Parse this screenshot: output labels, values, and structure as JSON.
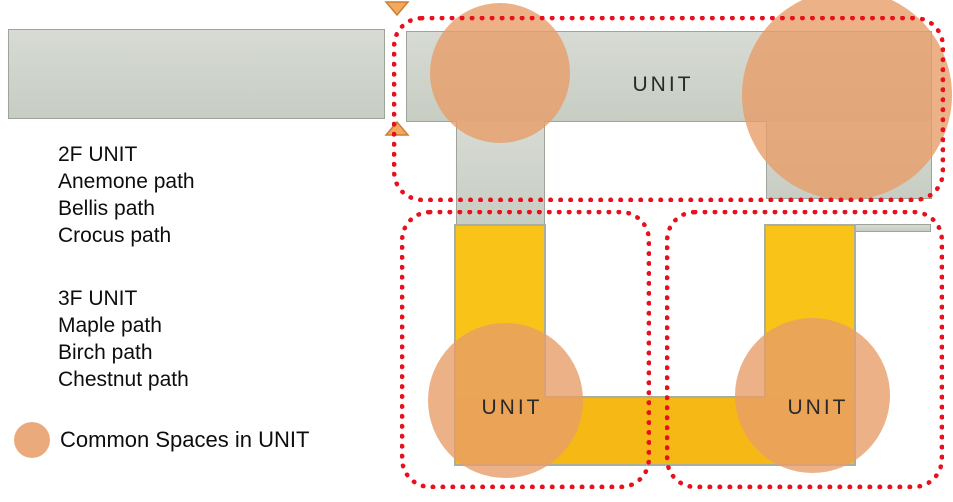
{
  "palette": {
    "gray_fill": "#ccd1c8",
    "gray_border": "#9da49a",
    "yellow_fill": "#f9c318",
    "yellow_shade": "#ee9c12",
    "outline_red": "#e8101c",
    "common_space_orange": "#e79e68",
    "arrow_orange": "#f3a85d",
    "text_color": "#111111"
  },
  "floor2": {
    "title": "2F UNIT",
    "paths": [
      "Anemone path",
      "Bellis path",
      "Crocus path"
    ]
  },
  "floor3": {
    "title": "3F UNIT",
    "paths": [
      "Maple path",
      "Birch path",
      "Chestnut path"
    ]
  },
  "units": {
    "top": "UNIT",
    "bottom_left": "UNIT",
    "bottom_right": "UNIT"
  },
  "legend": {
    "label": "Common Spaces in UNIT"
  }
}
